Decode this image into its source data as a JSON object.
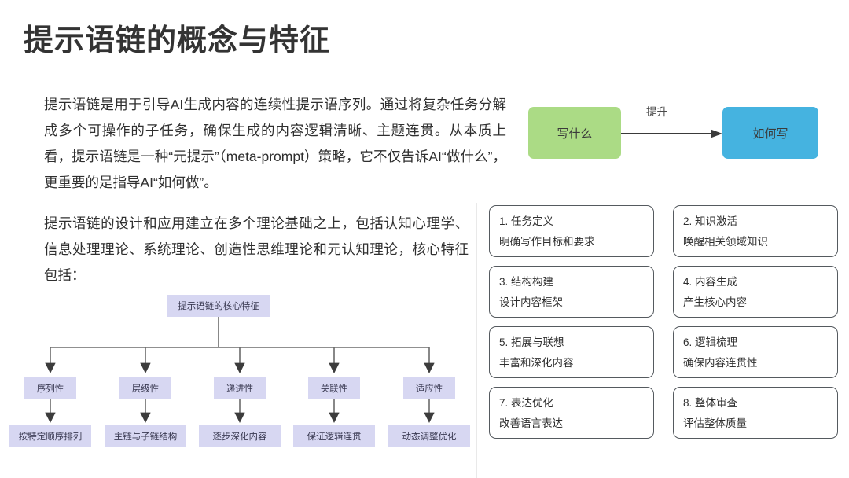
{
  "page": {
    "title": "提示语链的概念与特征"
  },
  "body_text": {
    "paragraph_1": "提示语链是用于引导AI生成内容的连续性提示语序列。通过将复杂任务分解成多个可操作的子任务，确保生成的内容逻辑清晰、主题连贯。从本质上看，提示语链是一种“元提示”（meta-prompt）策略，它不仅告诉AI“做什么”，更重要的是指导AI“如何做”。",
    "paragraph_2": "提示语链的设计和应用建立在多个理论基础之上，包括认知心理学、信息处理理论、系统理论、创造性思维理论和元认知理论，核心特征包括："
  },
  "flow": {
    "source_label": "写什么",
    "target_label": "如何写",
    "edge_label": "提升",
    "source_color": "#abdb85",
    "target_color": "#45b3e0",
    "arrow_color": "#3a3a3a"
  },
  "cards": [
    {
      "title": "1. 任务定义",
      "desc": "明确写作目标和要求"
    },
    {
      "title": "2. 知识激活",
      "desc": "唤醒相关领域知识"
    },
    {
      "title": "3. 结构构建",
      "desc": "设计内容框架"
    },
    {
      "title": "4. 内容生成",
      "desc": "产生核心内容"
    },
    {
      "title": "5. 拓展与联想",
      "desc": "丰富和深化内容"
    },
    {
      "title": "6. 逻辑梳理",
      "desc": "确保内容连贯性"
    },
    {
      "title": "7. 表达优化",
      "desc": "改善语言表达"
    },
    {
      "title": "8. 整体审查",
      "desc": "评估整体质量"
    }
  ],
  "tree": {
    "root": "提示语链的核心特征",
    "node_color": "#d7d7f2",
    "connector_color": "#6b6b6b",
    "branches": [
      {
        "feature": "序列性",
        "detail": "按特定顺序排列"
      },
      {
        "feature": "层级性",
        "detail": "主链与子链结构"
      },
      {
        "feature": "递进性",
        "detail": "逐步深化内容"
      },
      {
        "feature": "关联性",
        "detail": "保证逻辑连贯"
      },
      {
        "feature": "适应性",
        "detail": "动态调整优化"
      }
    ]
  }
}
